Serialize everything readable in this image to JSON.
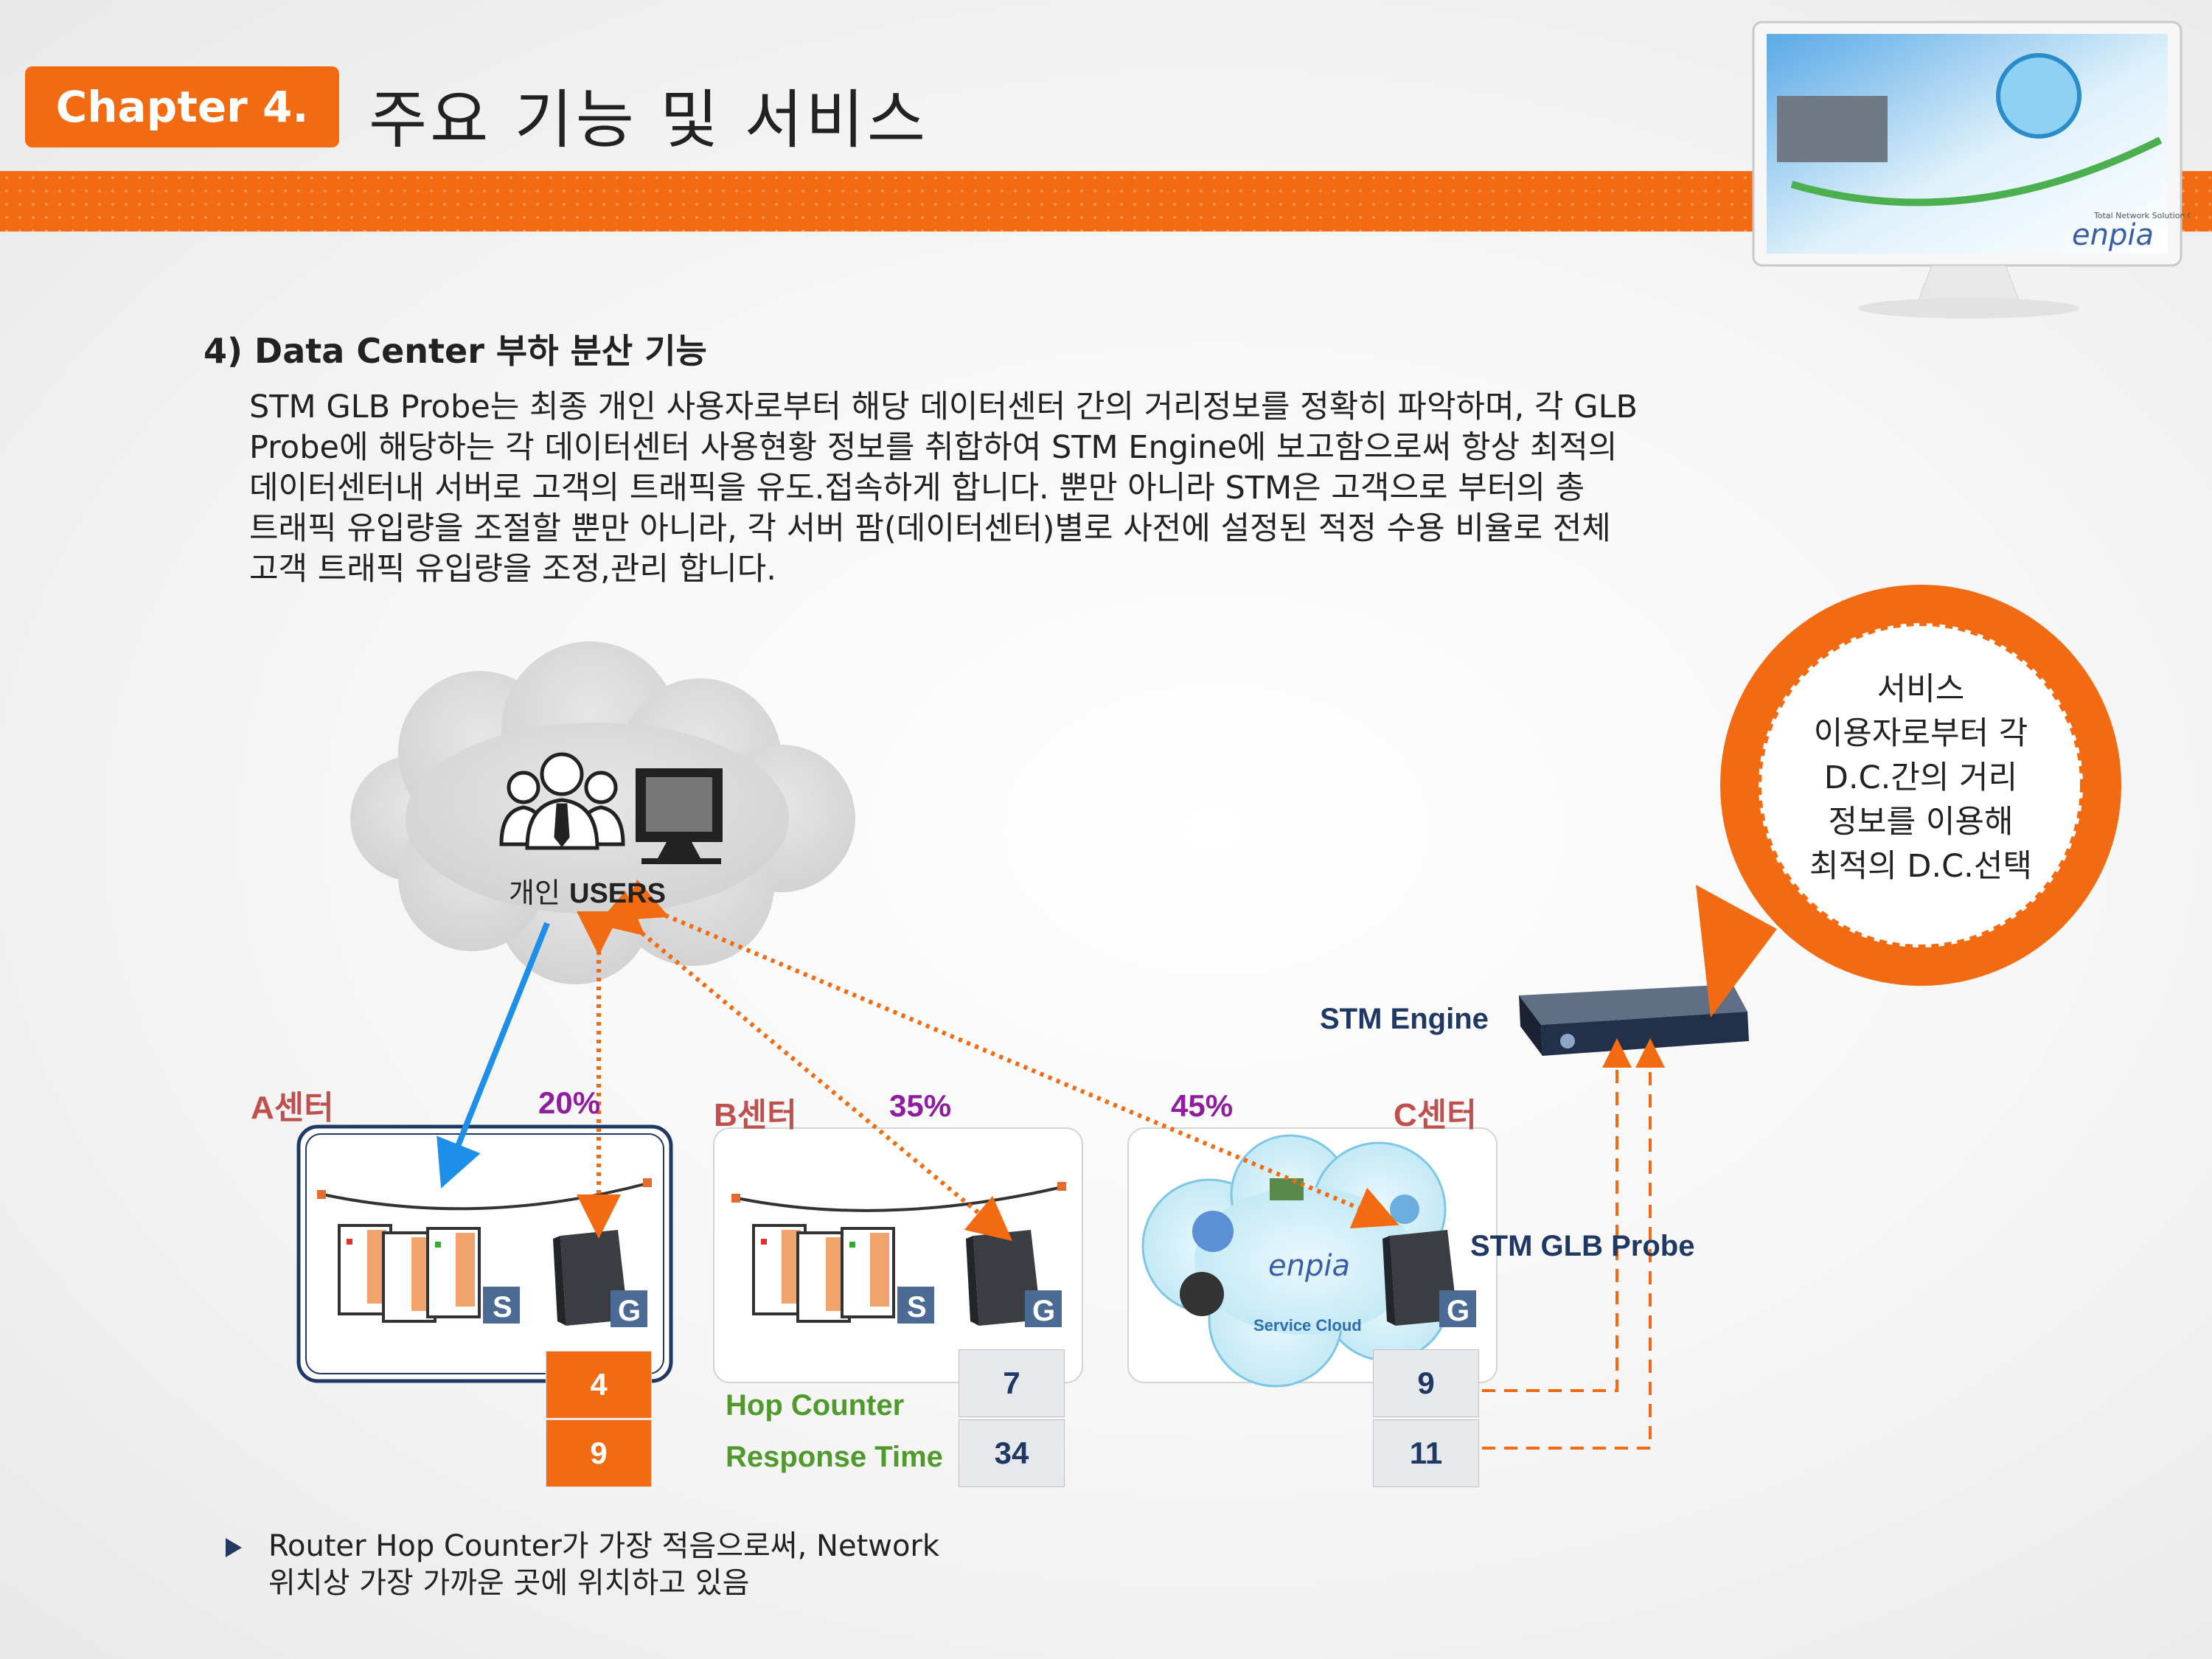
{
  "header": {
    "chapter_badge": "Chapter 4.",
    "title": "주요 기능 및 서비스",
    "monitor_brand": "enpia",
    "monitor_tagline": "Total Network Solution Group"
  },
  "section": {
    "heading": "4)   Data Center 부하 분산  기능",
    "intro": "STM GLB Probe는 최종 개인 사용자로부터 해당 데이터센터 간의 거리정보를 정확히 파악하며, 각 GLB\nProbe에 해당하는 각 데이터센터 사용현황 정보를 취합하여 STM Engine에 보고함으로써 항상 최적의\n데이터센터내 서버로 고객의 트래픽을 유도.접속하게 합니다. 뿐만 아니라 STM은 고객으로 부터의 총\n트래픽 유입량을 조절할 뿐만 아니라, 각 서버 팜(데이터센터)별로 사전에 설정된 적정 수용 비율로 전체\n고객 트래픽 유입량을 조정,관리 합니다."
  },
  "diagram": {
    "users_label_prefix": "개인 ",
    "users_label_bold": "USERS",
    "bubble_text": "서비스\n이용자로부터 각\nD.C.간의 거리\n정보를 이용해\n최적의 D.C.선택",
    "stm_engine_label": "STM Engine",
    "glb_probe_label": "STM GLB Probe",
    "service_cloud_label": "Service Cloud",
    "service_cloud_brand": "enpia",
    "server_badge": "S",
    "glb_badge": "G",
    "hop_counter_label": "Hop Counter",
    "response_time_label": "Response Time",
    "centers": [
      {
        "name": "A센터",
        "percent": "20%",
        "hop": "4",
        "response": "9"
      },
      {
        "name": "B센터",
        "percent": "35%",
        "hop": "7",
        "response": "34"
      },
      {
        "name": "C센터",
        "percent": "45%",
        "hop": "9",
        "response": "11"
      }
    ],
    "colors": {
      "accent_orange": "#f26b12",
      "selected_arrow_blue": "#1e8fe8",
      "percent_purple": "#8e1e9e",
      "center_label_red": "#c0504d",
      "label_navy": "#1f3864",
      "label_green": "#4f9a2a"
    }
  },
  "footnote": {
    "text": "Router Hop Counter가 가장 적음으로써, Network\n위치상 가장 가까운 곳에 위치하고 있음"
  }
}
